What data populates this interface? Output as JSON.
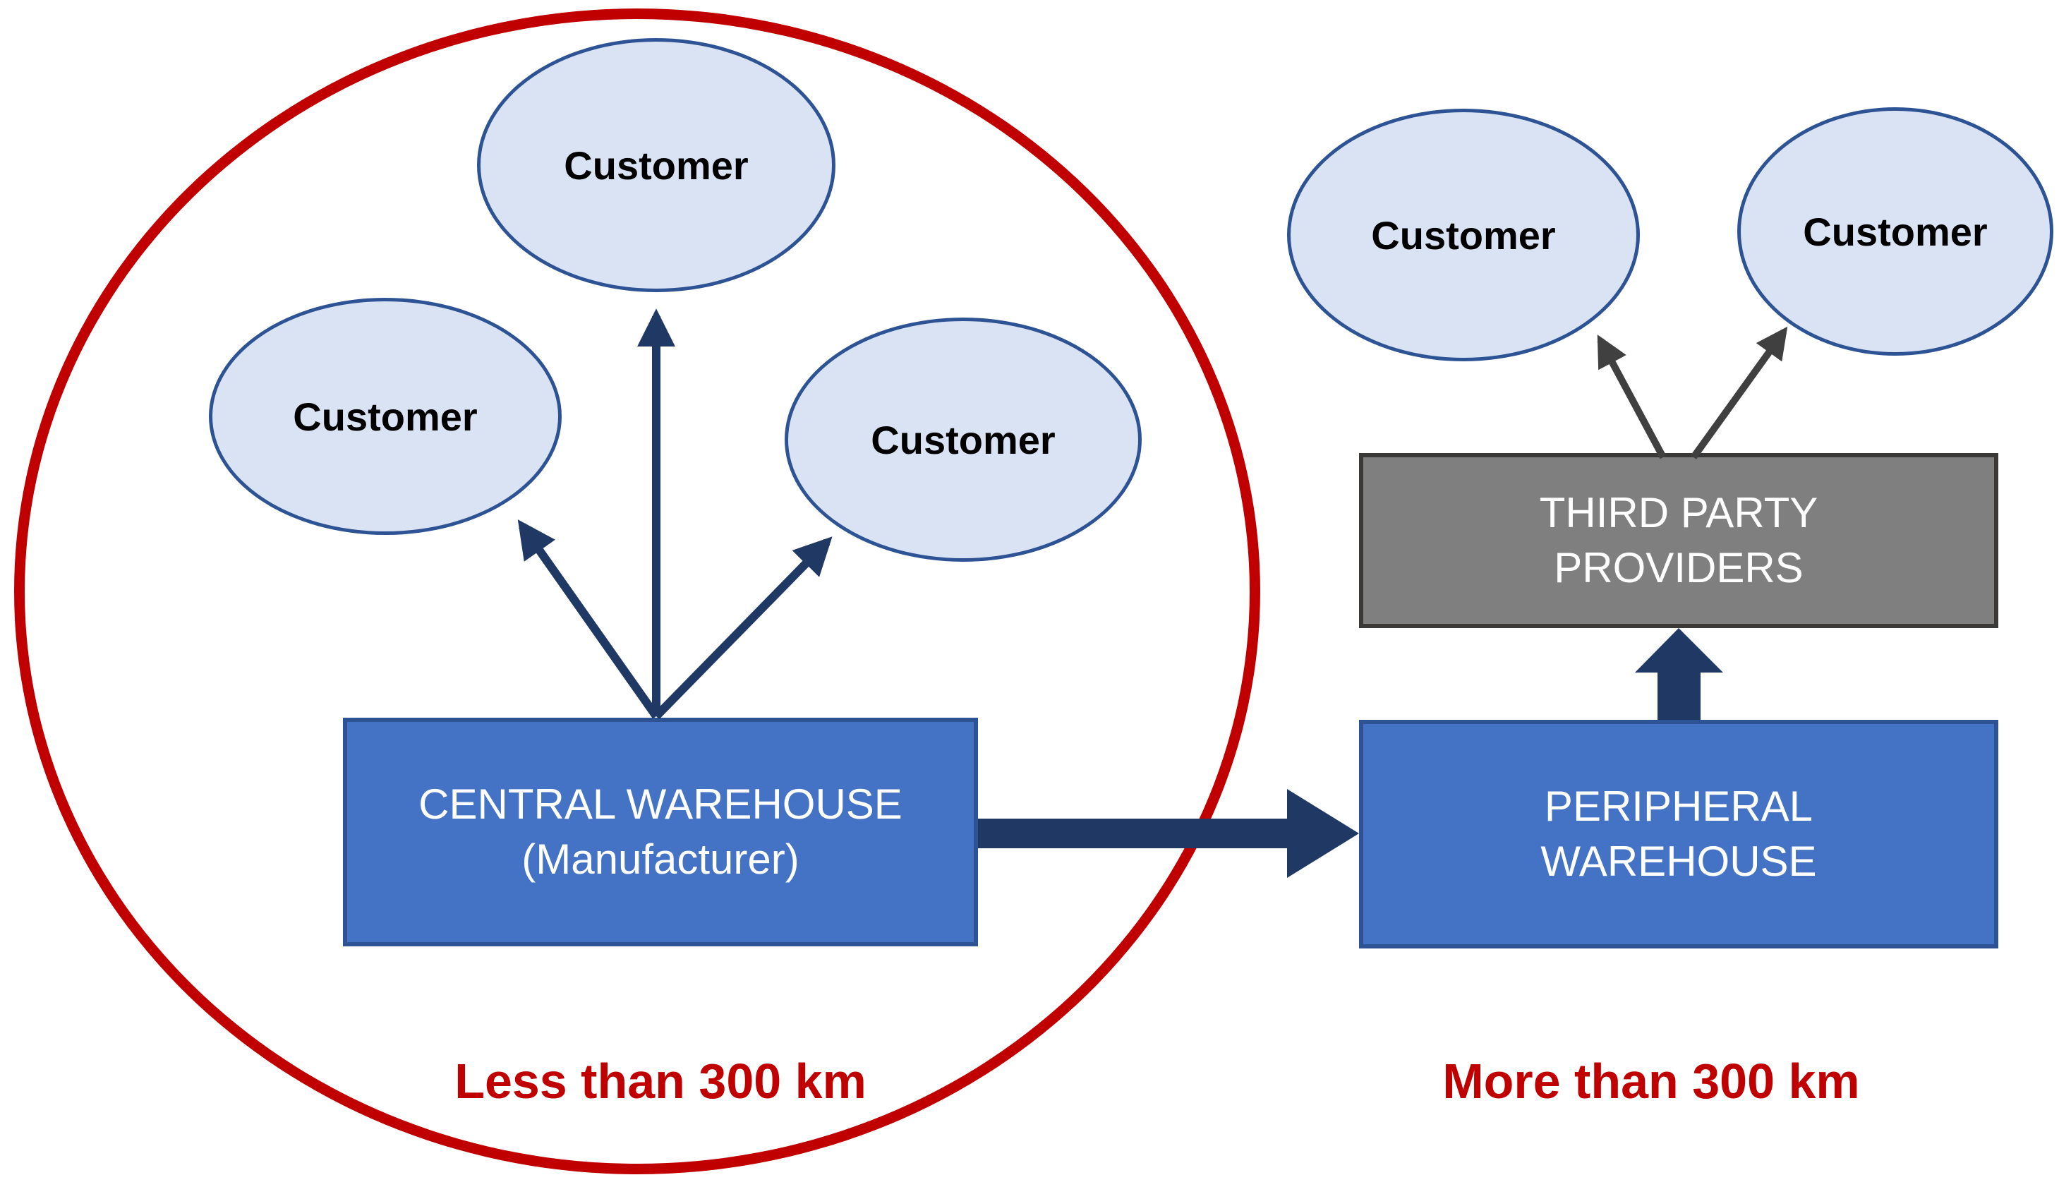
{
  "diagram": {
    "left_region": {
      "customers": [
        {
          "label": "Customer"
        },
        {
          "label": "Customer"
        },
        {
          "label": "Customer"
        }
      ],
      "central_warehouse": {
        "line1": "CENTRAL WAREHOUSE",
        "line2": "(Manufacturer)"
      },
      "caption": "Less than 300 km"
    },
    "right_region": {
      "customers": [
        {
          "label": "Customer"
        },
        {
          "label": "Customer"
        }
      ],
      "third_party": {
        "line1": "THIRD PARTY",
        "line2": "PROVIDERS"
      },
      "peripheral_warehouse": {
        "line1": "PERIPHERAL",
        "line2": "WAREHOUSE"
      },
      "caption": "More than 300 km"
    },
    "colors": {
      "customer_fill": "#DAE3F3",
      "customer_border": "#2E5395",
      "warehouse_fill": "#4472C4",
      "warehouse_border": "#2E5395",
      "third_party_fill": "#7F7F7F",
      "third_party_border": "#3B3838",
      "arrow_navy": "#203864",
      "arrow_dark": "#404040",
      "boundary_red": "#C00000",
      "caption_red": "#C00000"
    }
  }
}
